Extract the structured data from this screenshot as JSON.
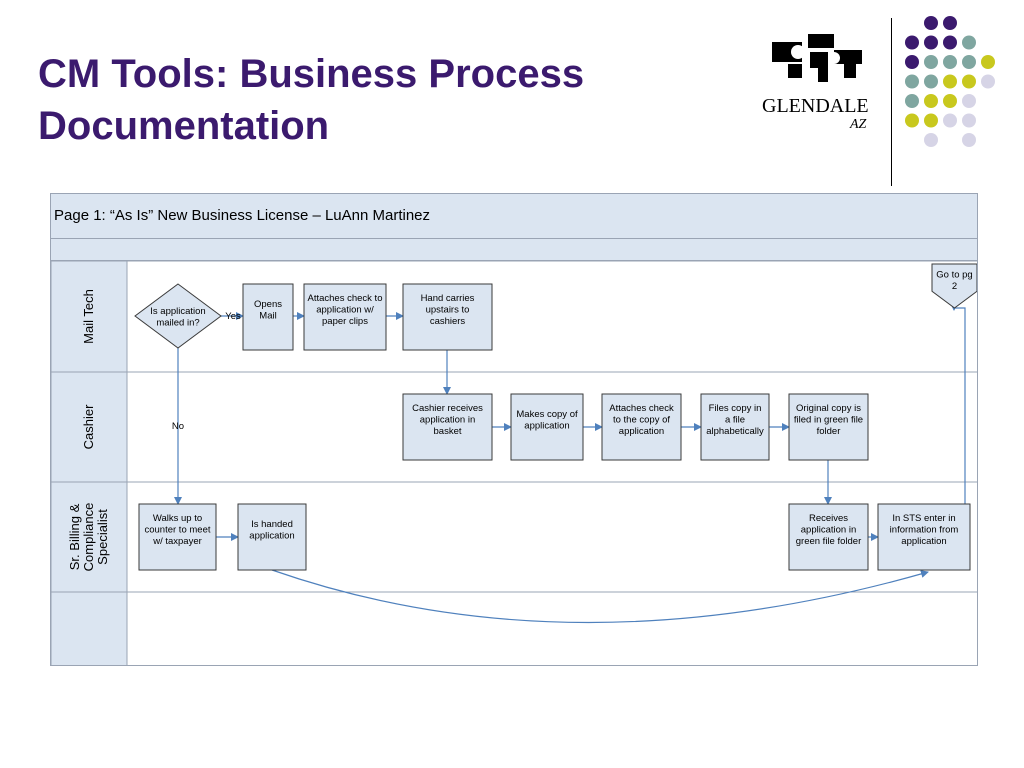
{
  "slide": {
    "title_line1": "CM Tools: Business Process",
    "title_line2": "Documentation",
    "logo_text": "GLENDALE",
    "logo_subtext": "AZ"
  },
  "colors": {
    "title": "#3b1a6e",
    "header_fill": "#dbe5f1",
    "box_fill": "#dbe5f1",
    "box_stroke": "#3a3a3a",
    "arrow": "#4f81bd",
    "dot_purple": "#3b1a6e",
    "dot_teal": "#7fa6a0",
    "dot_yellow": "#c8c81e",
    "dot_lavender": "#d6d4e6"
  },
  "diagram": {
    "page_title": "Page 1:  “As Is”  New Business License – LuAnn Martinez",
    "lanes": [
      {
        "id": "mail-tech",
        "label_lines": [
          "Mail Tech"
        ]
      },
      {
        "id": "cashier",
        "label_lines": [
          "Cashier"
        ]
      },
      {
        "id": "billing",
        "label_lines": [
          "Sr. Billing &",
          "Compliance",
          "Specialist"
        ]
      },
      {
        "id": "blank",
        "label_lines": []
      }
    ],
    "nodes": [
      {
        "id": "decision",
        "shape": "diamond",
        "lines": [
          "Is application",
          "mailed in?"
        ]
      },
      {
        "id": "opens-mail",
        "shape": "box",
        "lines": [
          "Opens",
          "Mail"
        ]
      },
      {
        "id": "attaches-clips",
        "shape": "box",
        "lines": [
          "Attaches check to",
          "application w/",
          "paper clips"
        ]
      },
      {
        "id": "hand-carries",
        "shape": "box",
        "lines": [
          "Hand carries",
          "upstairs to",
          "cashiers"
        ]
      },
      {
        "id": "goto-pg2",
        "shape": "offpage",
        "lines": [
          "Go to pg",
          "2"
        ]
      },
      {
        "id": "cashier-receives",
        "shape": "box",
        "lines": [
          "Cashier receives",
          "application in",
          "basket"
        ]
      },
      {
        "id": "makes-copy",
        "shape": "box",
        "lines": [
          "Makes copy of",
          "application"
        ]
      },
      {
        "id": "attaches-copy",
        "shape": "box",
        "lines": [
          "Attaches check",
          "to the copy of",
          "application"
        ]
      },
      {
        "id": "files-copy",
        "shape": "box",
        "lines": [
          "Files copy in",
          "a file",
          "alphabetically"
        ]
      },
      {
        "id": "original-copy",
        "shape": "box",
        "lines": [
          "Original copy is",
          "filed in green file",
          "folder"
        ]
      },
      {
        "id": "walks-up",
        "shape": "box",
        "lines": [
          "Walks up to",
          "counter to meet",
          "w/ taxpayer"
        ]
      },
      {
        "id": "is-handed",
        "shape": "box",
        "lines": [
          "Is handed",
          "application"
        ]
      },
      {
        "id": "receives-green",
        "shape": "box",
        "lines": [
          "Receives",
          "application in",
          "green file folder"
        ]
      },
      {
        "id": "in-sts",
        "shape": "box",
        "lines": [
          "In STS enter in",
          "information from",
          "application"
        ]
      }
    ],
    "edge_labels": {
      "yes": "Yes",
      "no": "No"
    }
  }
}
